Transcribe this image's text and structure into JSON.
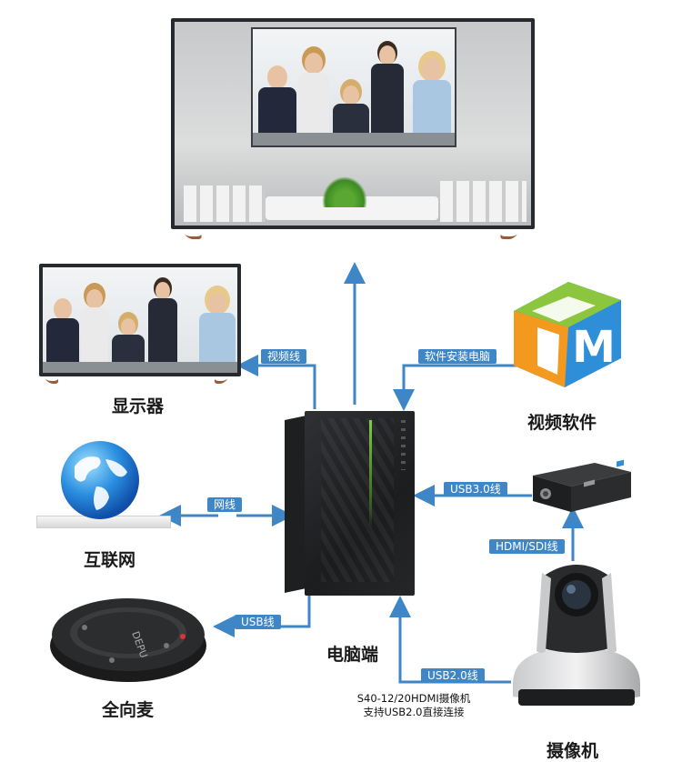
{
  "labels": {
    "video_cable": "视频线",
    "software_install": "软件安装电脑",
    "network_cable": "网线",
    "usb3": "USB3.0线",
    "hdmi_sdi": "HDMI/SDI线",
    "usb_line": "USB线",
    "usb2": "USB2.0线"
  },
  "devices": {
    "monitor": "显示器",
    "video_software": "视频软件",
    "internet": "互联网",
    "pc": "电脑端",
    "mic": "全向麦",
    "camera": "摄像机"
  },
  "camera_note": {
    "line1": "S40-12/20HDMI摄像机",
    "line2": "支持USB2.0直接连接"
  },
  "mic_brand": "DEPU",
  "software_logo_letter": "M",
  "colors": {
    "arrow_blue": "#3f86c6",
    "tag_blue": "#3f86c6",
    "pc_accent_green": "#7dd043",
    "logo_orange": "#f39a1e",
    "logo_green": "#8cc63f",
    "logo_blue": "#2e8fd8"
  }
}
